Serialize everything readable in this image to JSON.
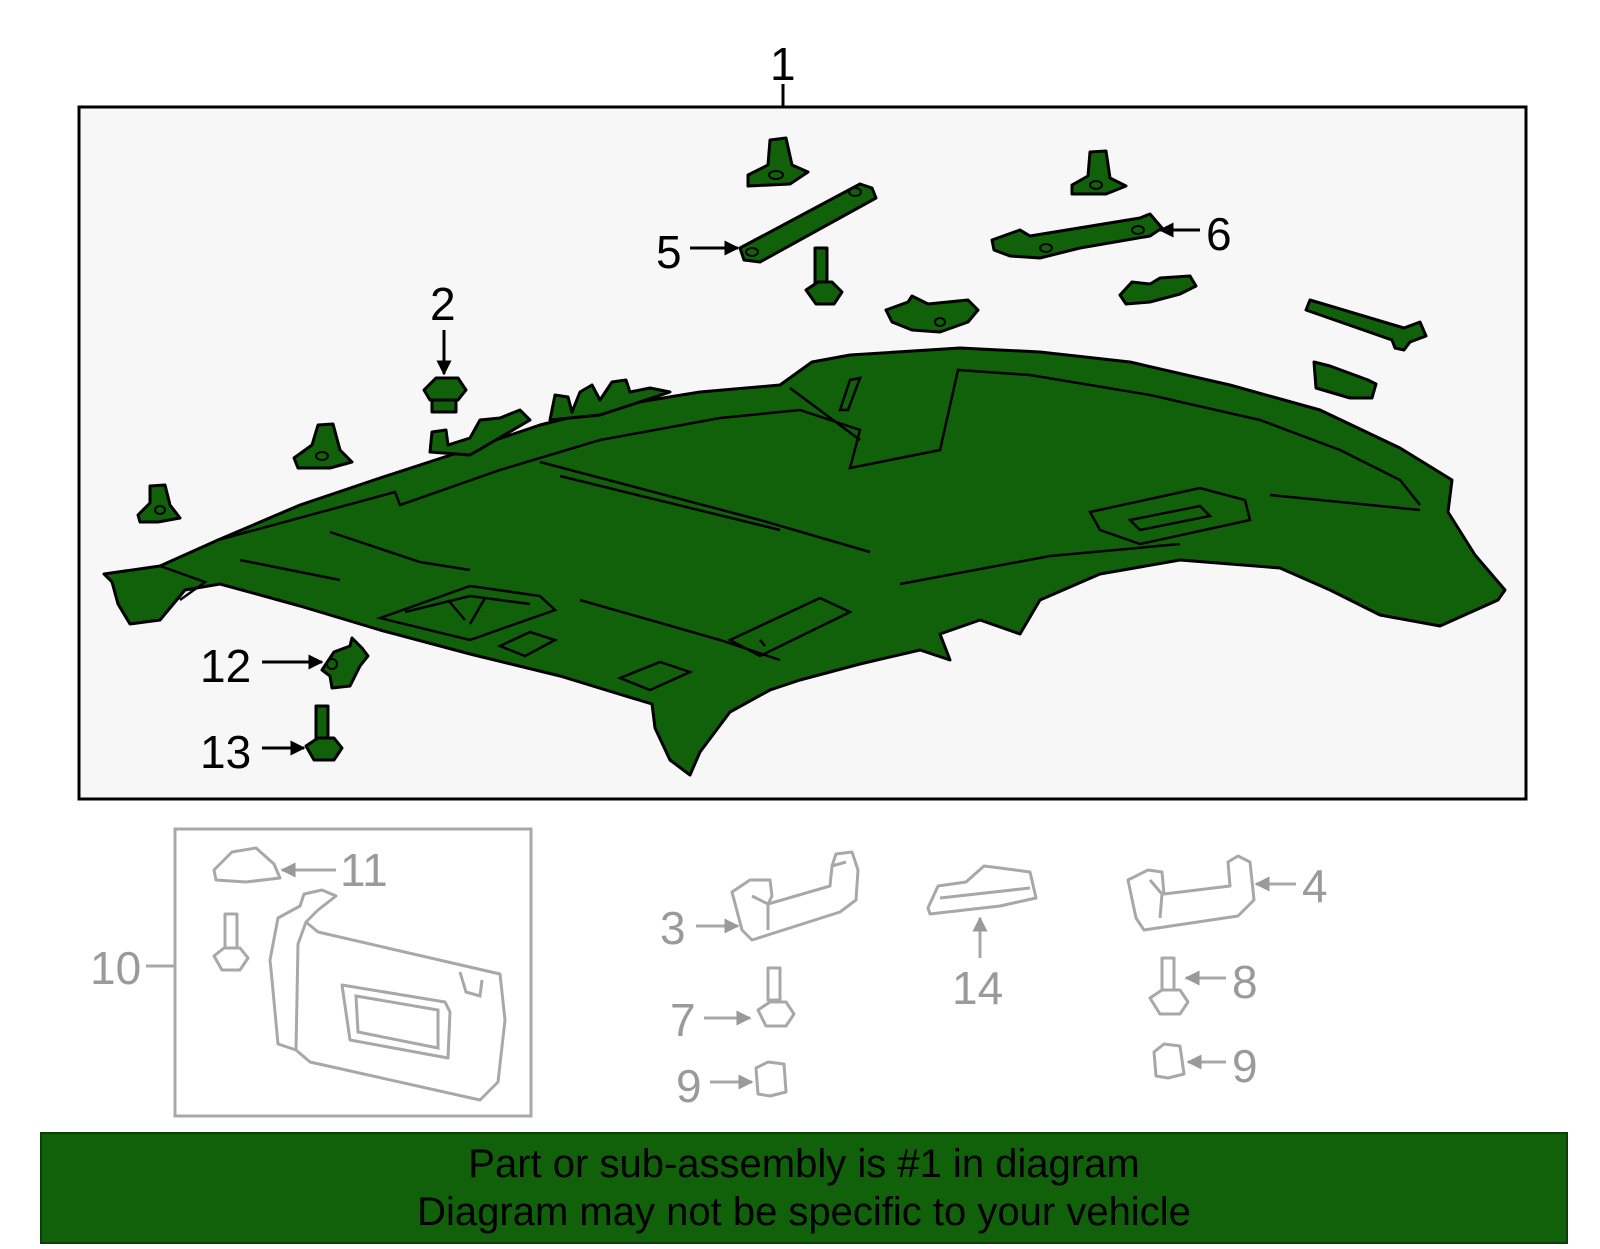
{
  "colors": {
    "part_fill": "#11600a",
    "panel_bg": "#f7f7f7",
    "banner_bg": "#11600a",
    "ghost_stroke": "#a8a8a8",
    "callout_grey": "#9a9a9a"
  },
  "callouts": {
    "c1": "1",
    "c2": "2",
    "c3": "3",
    "c4": "4",
    "c5": "5",
    "c6": "6",
    "c7": "7",
    "c8": "8",
    "c9a": "9",
    "c9b": "9",
    "c10": "10",
    "c11": "11",
    "c12": "12",
    "c13": "13",
    "c14": "14"
  },
  "banner": {
    "line1": "Part or sub-assembly is #1 in diagram",
    "line2": "Diagram may not be specific to your vehicle"
  }
}
